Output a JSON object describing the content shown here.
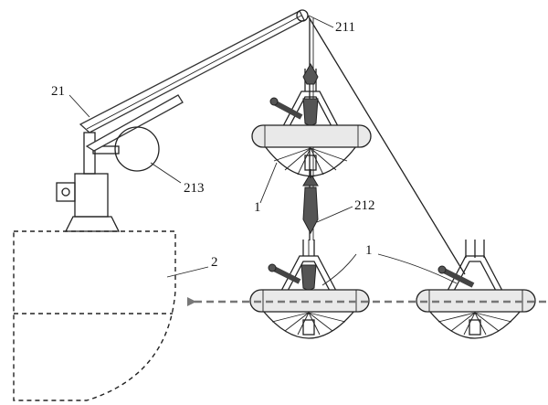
{
  "labels": {
    "crane": "21",
    "pulley": "211",
    "hook": "212",
    "winch": "213",
    "device": "1",
    "hull": "2"
  },
  "colors": {
    "line": "#222222",
    "pontoon_fill": "#e9e9e9",
    "dark_part": "#555555",
    "arrow": "#777777"
  }
}
